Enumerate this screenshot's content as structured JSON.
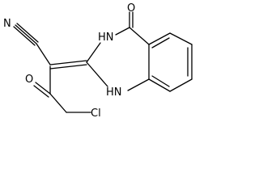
{
  "molecule": {
    "atoms": {
      "nitrogen_nitrile": "N",
      "oxygen_ring_carbonyl": "O",
      "nitrogen_3": "HN",
      "nitrogen_1": "HN",
      "oxygen_ketone": "O",
      "chlorine": "Cl"
    }
  }
}
